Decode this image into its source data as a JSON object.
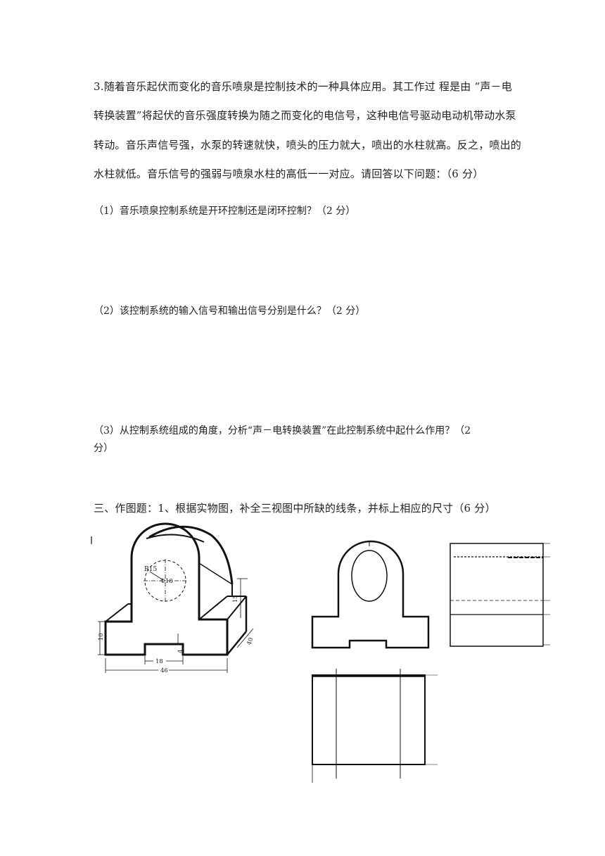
{
  "question3": {
    "lines": [
      "3.随着音乐起伏而变化的音乐喷泉是控制技术的一种具体应用。其工作过 程是由 “声－电",
      "转换装置”将起伏的音乐强度转换为随之而变化的电信号，这种电信号驱动电动机带动水泵",
      "转动。音乐声信号强，水泵的转速就快，喷头的压力就大，喷出的水柱就高。反之，喷出的",
      "水柱就低。音乐信号的强弱与喷泉水柱的高低一一对应。请回答以下问题：（6 分）"
    ],
    "sub1": "（1）音乐喷泉控制系统是开环控制还是闭环控制？（2 分）",
    "sub2": "（2）该控制系统的输入信号和输出信号分别是什么？（2 分）",
    "sub3_line1": "（3）从控制系统组成的角度，分析“声－电转换装置”在此控制系统中起什么作用？（2",
    "sub3_line2": "分）"
  },
  "section3": {
    "heading": "三、作图题：1、根据实物图，补全三视图中所缺的线条，并标上相应的尺寸（6 分）"
  },
  "figure": {
    "dim_r15": "R15",
    "dim_phi18": "Φ18",
    "dim_15": "15",
    "dim_10": "10",
    "dim_40": "40",
    "dim_18": "18",
    "dim_4": "4",
    "dim_46": "46"
  }
}
